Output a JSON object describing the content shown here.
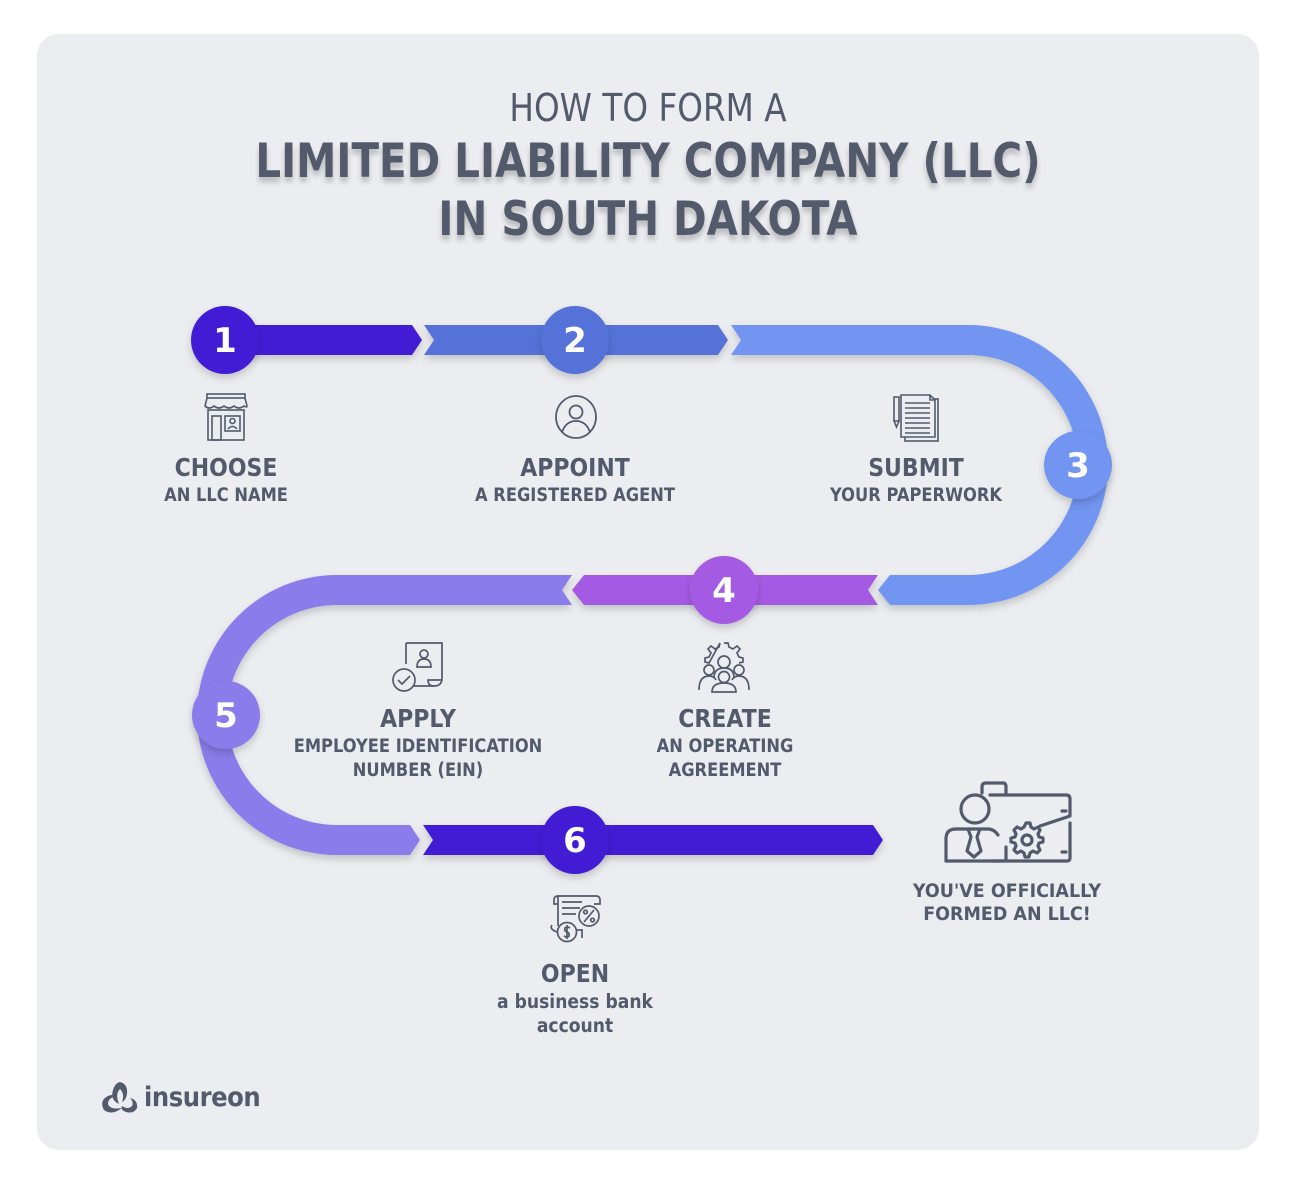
{
  "title": {
    "line1": "HOW TO FORM A",
    "line2": "LIMITED LIABILITY COMPANY (LLC)",
    "line3": "IN SOUTH DAKOTA"
  },
  "colors": {
    "background": "#ecedf0",
    "text": "#525a6b",
    "step1": "#421bd4",
    "step2": "#5472d8",
    "step3": "#7295f1",
    "step4": "#a55ae4",
    "step5": "#8a7bea",
    "step6": "#421bd4"
  },
  "steps": [
    {
      "number": "1",
      "verb": "CHOOSE",
      "desc": [
        "AN LLC NAME"
      ],
      "icon": "storefront-icon"
    },
    {
      "number": "2",
      "verb": "APPOINT",
      "desc": [
        "A REGISTERED AGENT"
      ],
      "icon": "user-circle-icon"
    },
    {
      "number": "3",
      "verb": "SUBMIT",
      "desc": [
        "YOUR PAPERWORK"
      ],
      "icon": "documents-pen-icon"
    },
    {
      "number": "4",
      "verb": "CREATE",
      "desc": [
        "AN OPERATING",
        "AGREEMENT"
      ],
      "icon": "team-gear-icon"
    },
    {
      "number": "5",
      "verb": "APPLY",
      "desc": [
        "EMPLOYEE IDENTIFICATION",
        "NUMBER (EIN)"
      ],
      "icon": "id-document-check-icon"
    },
    {
      "number": "6",
      "verb": "OPEN",
      "desc": [
        "a business bank",
        "account"
      ],
      "icon": "receipt-dollar-percent-icon"
    }
  ],
  "final": {
    "lines": [
      "YOU'VE OFFICIALLY",
      "FORMED AN LLC!"
    ],
    "icon": "businessman-briefcase-gear-icon"
  },
  "logo": {
    "text": "insureon"
  }
}
